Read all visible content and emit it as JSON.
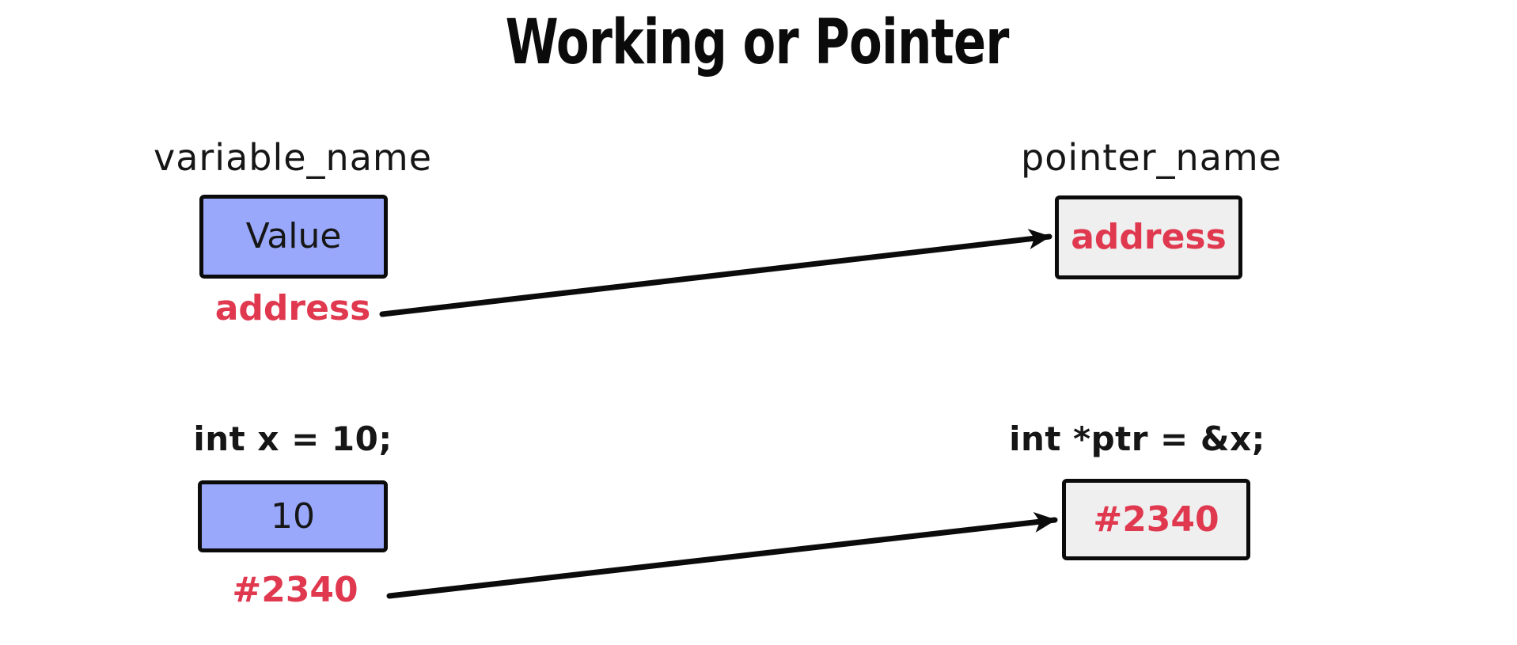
{
  "title": "Working or Pointer",
  "colors": {
    "ink": "#0b0b0b",
    "box_blue": "#99a8fa",
    "box_gray": "#efefef",
    "accent_red": "#e0394f"
  },
  "row1": {
    "variable": {
      "label": "variable_name",
      "box_value": "Value",
      "address_label": "address"
    },
    "pointer": {
      "label": "pointer_name",
      "box_value": "address"
    }
  },
  "row2": {
    "variable": {
      "label": "int x = 10;",
      "box_value": "10",
      "address_label": "#2340"
    },
    "pointer": {
      "label": "int *ptr = &x;",
      "box_value": "#2340"
    }
  }
}
